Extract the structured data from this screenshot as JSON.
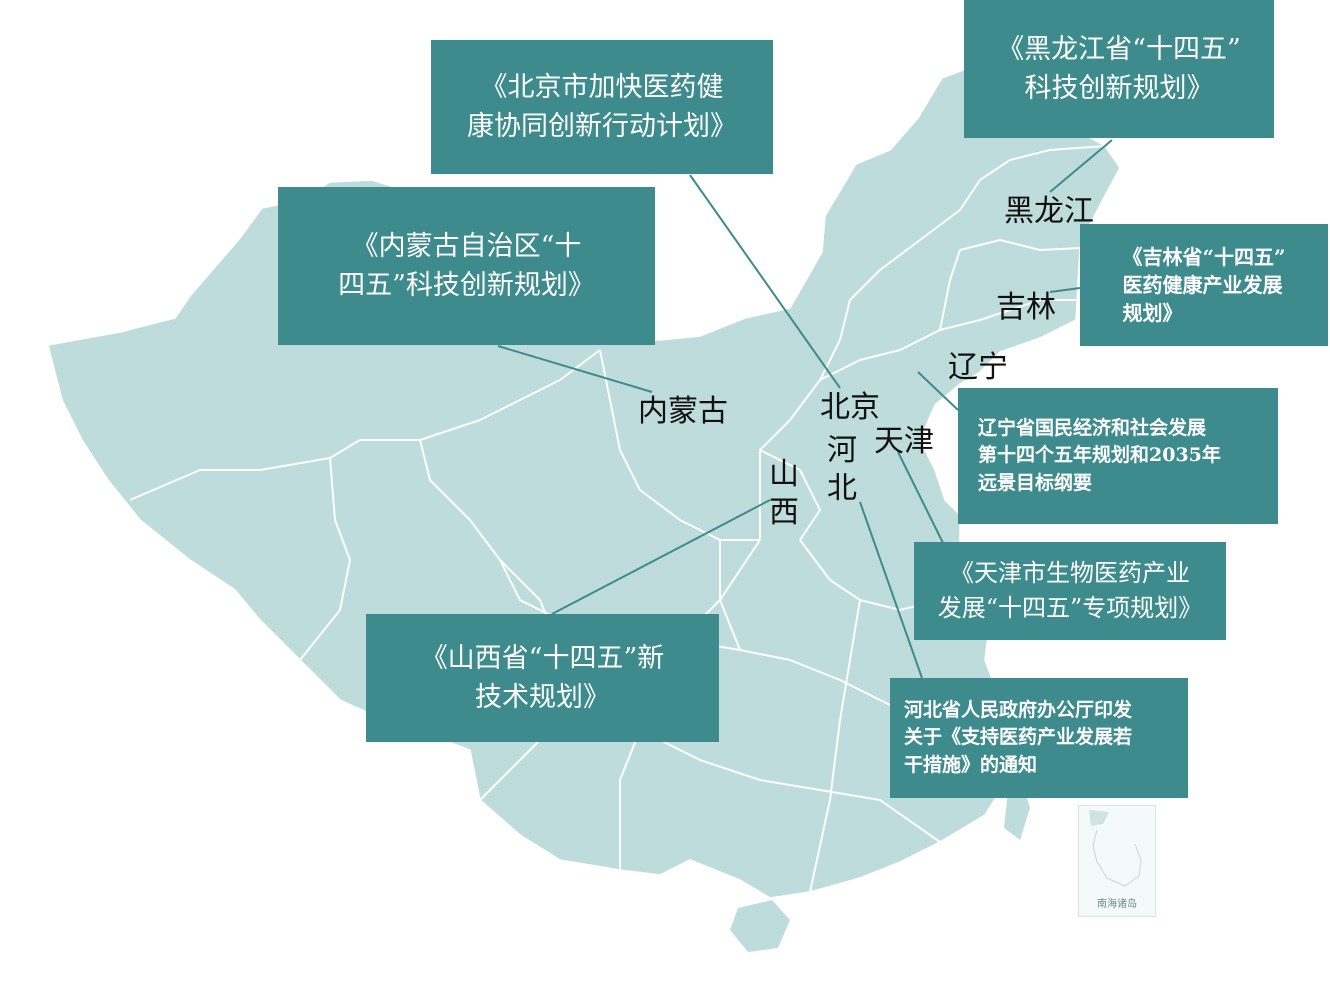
{
  "colors": {
    "map_fill": "#bedcdc",
    "map_border": "#ffffff",
    "box_fill": "#3d8b8c",
    "box_text": "#ffffff",
    "leader": "#3d8b8c"
  },
  "boxes": {
    "beijing": [
      "《北京市加快医药健",
      "康协同创新行动计划》"
    ],
    "heilongjiang": [
      "《黑龙江省“十四五”",
      "科技创新规划》"
    ],
    "neimenggu": [
      "《内蒙古自治区“十",
      "四五”科技创新规划》"
    ],
    "jilin": [
      "《吉林省“十四五”",
      "医药健康产业发展",
      "规划》"
    ],
    "liaoning": [
      "辽宁省国民经济和社会发展",
      "第十四个五年规划和2035年",
      "远景目标纲要"
    ],
    "tianjin": [
      "《天津市生物医药产业",
      "发展“十四五”专项规划》"
    ],
    "shanxi": [
      "《山西省“十四五”新",
      "技术规划》"
    ],
    "hebei": [
      "河北省人民政府办公厅印发",
      "关于《支持医药产业发展若",
      "干措施》的通知"
    ]
  },
  "regions": {
    "heilongjiang": "黑龙江",
    "jilin": "吉林",
    "liaoning": "辽宁",
    "neimenggu": "内蒙古",
    "beijing": "北京",
    "tianjin": "天津",
    "hebei": "河北",
    "shanxi": "山西"
  },
  "inset": {
    "label": "南海诸岛"
  }
}
